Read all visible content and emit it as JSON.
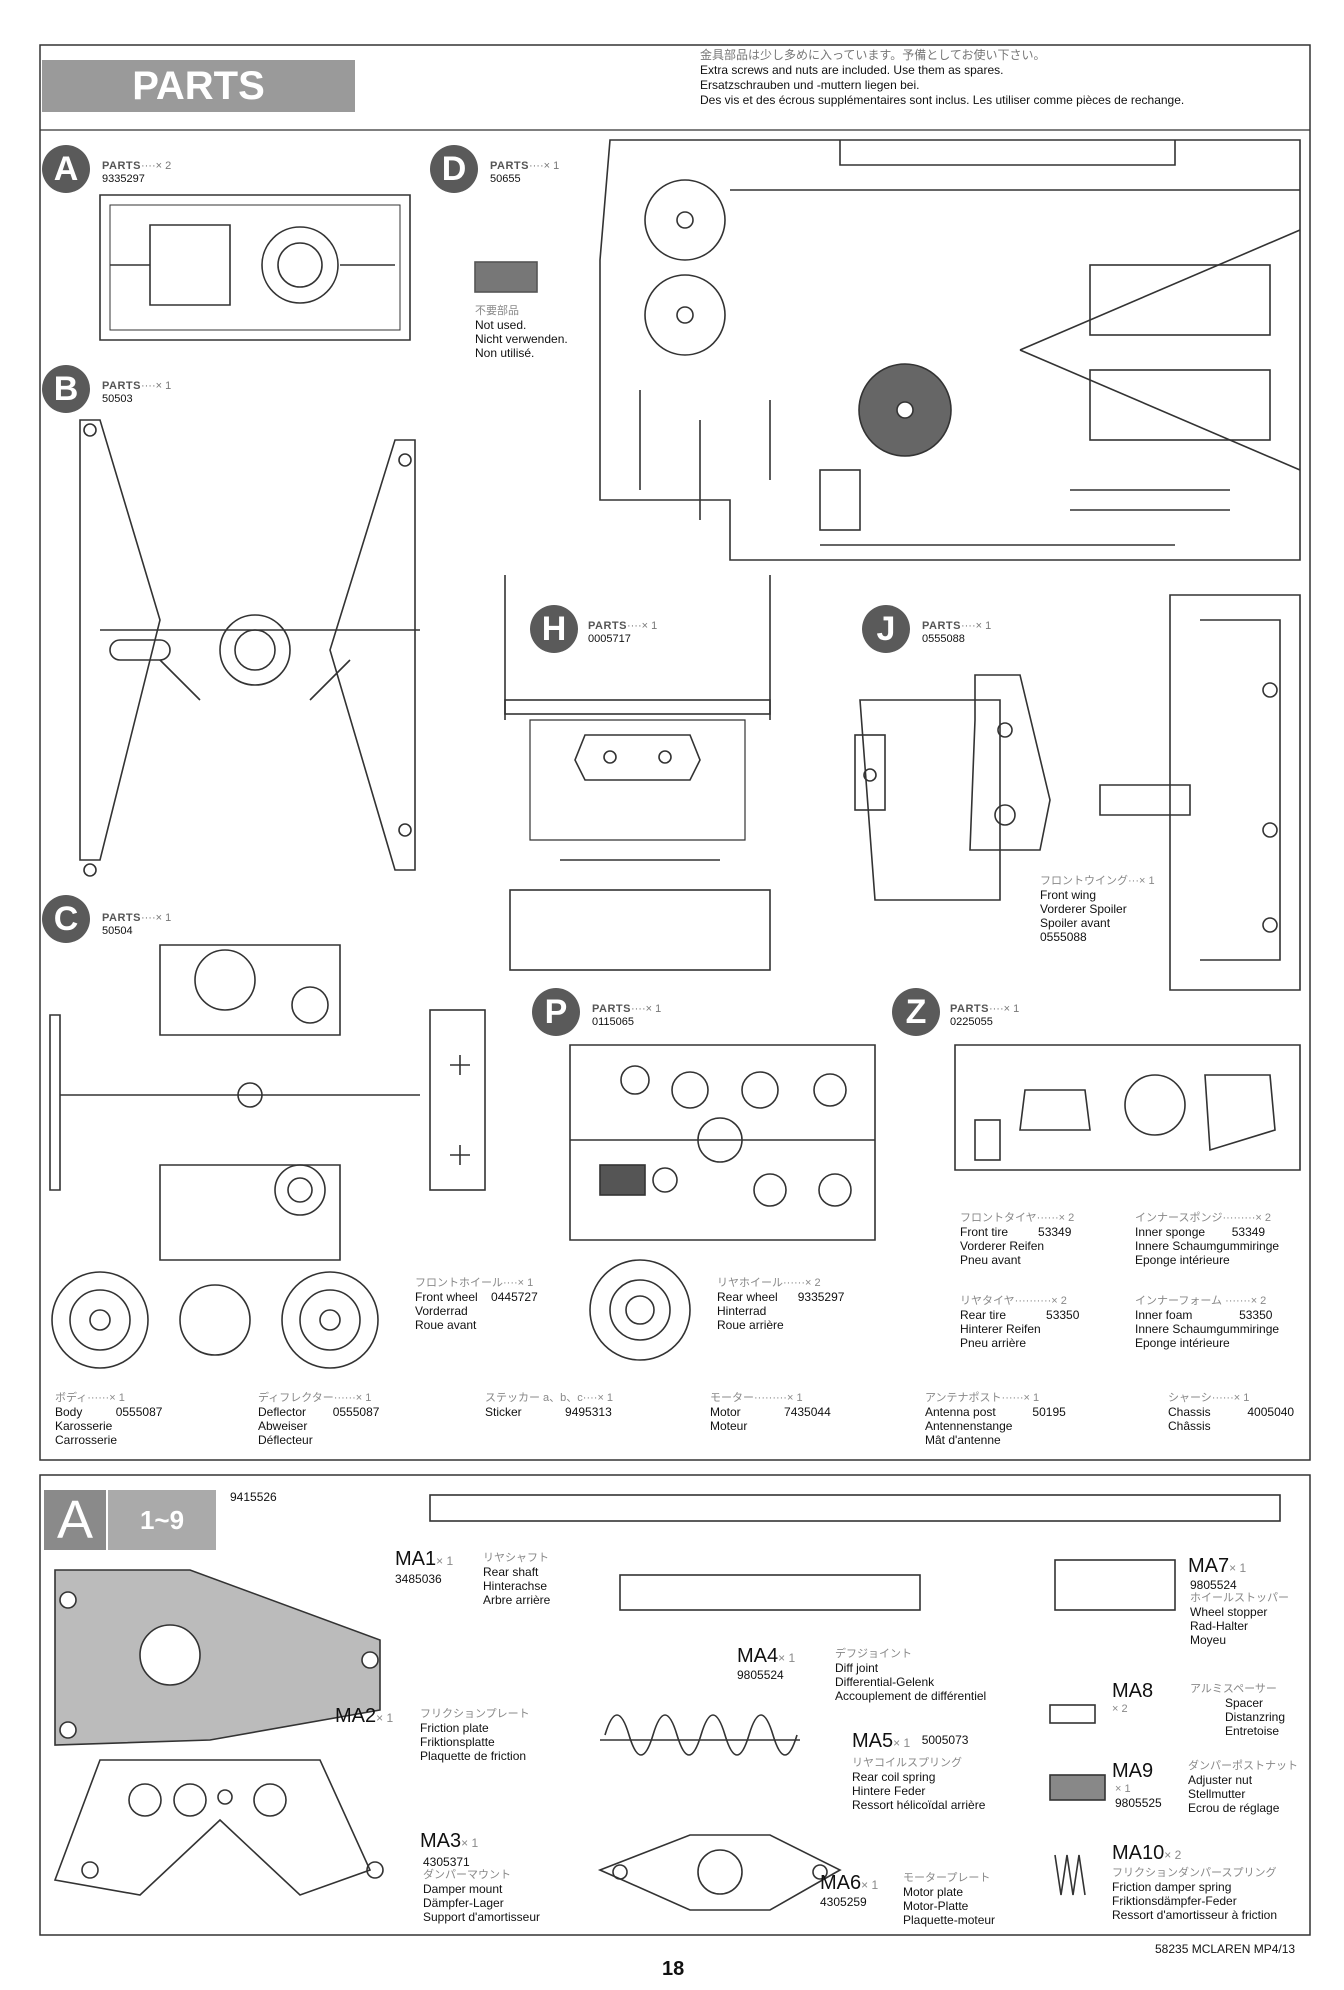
{
  "header": {
    "title": "PARTS",
    "notes": [
      "金具部品は少し多めに入っています。予備としてお使い下さい。",
      "Extra screws and nuts are included. Use them as spares.",
      "Ersatzschrauben und -muttern liegen bei.",
      "Des vis et des écrous supplémentaires sont inclus. Les utiliser comme pièces de rechange."
    ]
  },
  "trees": [
    {
      "letter": "A",
      "label": "PARTS",
      "count": "····× 2",
      "code": "9335297"
    },
    {
      "letter": "D",
      "label": "PARTS",
      "count": "····× 1",
      "code": "50655"
    },
    {
      "letter": "B",
      "label": "PARTS",
      "count": "····× 1",
      "code": "50503"
    },
    {
      "letter": "H",
      "label": "PARTS",
      "count": "····× 1",
      "code": "0005717"
    },
    {
      "letter": "J",
      "label": "PARTS",
      "count": "····× 1",
      "code": "0555088"
    },
    {
      "letter": "C",
      "label": "PARTS",
      "count": "····× 1",
      "code": "50504"
    },
    {
      "letter": "P",
      "label": "PARTS",
      "count": "····× 1",
      "code": "0115065"
    },
    {
      "letter": "Z",
      "label": "PARTS",
      "count": "····× 1",
      "code": "0225055"
    }
  ],
  "notused": [
    "不要部品",
    "Not used.",
    "Nicht verwenden.",
    "Non utilisé."
  ],
  "frontwing": {
    "jp": "フロントウイング···× 1",
    "lines": [
      "Front wing",
      "Vorderer Spoiler",
      "Spoiler avant"
    ],
    "code": "0555088"
  },
  "tires": {
    "front_tire": {
      "jp": "フロントタイヤ······× 2",
      "name": "Front tire",
      "code": "53349",
      "lines": [
        "Vorderer Reifen",
        "Pneu avant"
      ]
    },
    "inner_sponge": {
      "jp": "インナースポンジ·········× 2",
      "name": "Inner sponge",
      "code": "53349",
      "lines": [
        "Innere Schaumgummiringe",
        "Eponge intérieure"
      ]
    },
    "rear_tire": {
      "jp": "リヤタイヤ··········× 2",
      "name": "Rear tire",
      "code": "53350",
      "lines": [
        "Hinterer Reifen",
        "Pneu arrière"
      ]
    },
    "inner_foam": {
      "jp": "インナーフォーム ·······× 2",
      "name": "Inner foam",
      "code": "53350",
      "lines": [
        "Innere Schaumgummiringe",
        "Eponge intérieure"
      ]
    }
  },
  "wheels": {
    "front": {
      "jp": "フロントホイール····× 1",
      "name": "Front wheel",
      "code": "0445727",
      "lines": [
        "Vorderrad",
        "Roue avant"
      ]
    },
    "rear": {
      "jp": "リヤホイール······× 2",
      "name": "Rear wheel",
      "code": "9335297",
      "lines": [
        "Hinterrad",
        "Roue arrière"
      ]
    }
  },
  "bottom_items": [
    {
      "jp": "ボディ······× 1",
      "name": "Body",
      "code": "0555087",
      "lines": [
        "Karosserie",
        "Carrosserie"
      ]
    },
    {
      "jp": "ディフレクター······× 1",
      "name": "Deflector",
      "code": "0555087",
      "lines": [
        "Abweiser",
        "Déflecteur"
      ]
    },
    {
      "jp": "ステッカー a、b、c····× 1",
      "name": "Sticker",
      "code": "9495313",
      "lines": []
    },
    {
      "jp": "モーター·········× 1",
      "name": "Motor",
      "code": "7435044",
      "lines": [
        "Moteur"
      ]
    },
    {
      "jp": "アンテナポスト······× 1",
      "name": "Antenna post",
      "code": "50195",
      "lines": [
        "Antennenstange",
        "Mât d'antenne"
      ]
    },
    {
      "jp": "シャーシ······× 1",
      "name": "Chassis",
      "code": "4005040",
      "lines": [
        "Châssis"
      ]
    }
  ],
  "bag": {
    "letter": "A",
    "range": "1~9",
    "code": "9415526"
  },
  "ma": [
    {
      "id": "MA1",
      "qty": "× 1",
      "code": "3485036",
      "jp": "リヤシャフト",
      "lines": [
        "Rear shaft",
        "Hinterachse",
        "Arbre arrière"
      ]
    },
    {
      "id": "MA2",
      "qty": "× 1",
      "code": "",
      "jp": "フリクションプレート",
      "lines": [
        "Friction plate",
        "Friktionsplatte",
        "Plaquette de friction"
      ]
    },
    {
      "id": "MA3",
      "qty": "× 1",
      "code": "4305371",
      "jp": "ダンパーマウント",
      "lines": [
        "Damper mount",
        "Dämpfer-Lager",
        "Support d'amortisseur"
      ]
    },
    {
      "id": "MA4",
      "qty": "× 1",
      "code": "9805524",
      "jp": "デフジョイント",
      "lines": [
        "Diff joint",
        "Differential-Gelenk",
        "Accouplement de différentiel"
      ]
    },
    {
      "id": "MA5",
      "qty": "× 1",
      "code": "5005073",
      "jp": "リヤコイルスプリング",
      "lines": [
        "Rear coil spring",
        "Hintere Feder",
        "Ressort hélicoïdal arrière"
      ]
    },
    {
      "id": "MA6",
      "qty": "× 1",
      "code": "4305259",
      "jp": "モータープレート",
      "lines": [
        "Motor plate",
        "Motor-Platte",
        "Plaquette-moteur"
      ]
    },
    {
      "id": "MA7",
      "qty": "× 1",
      "code": "9805524",
      "jp": "ホイールストッパー",
      "lines": [
        "Wheel stopper",
        "Rad-Halter",
        "Moyeu"
      ]
    },
    {
      "id": "MA8",
      "qty": "× 2",
      "code": "",
      "jp": "アルミスペーサー",
      "lines": [
        "Spacer",
        "Distanzring",
        "Entretoise"
      ]
    },
    {
      "id": "MA9",
      "qty": "× 1",
      "code": "9805525",
      "jp": "ダンパーポストナット",
      "lines": [
        "Adjuster nut",
        "Stellmutter",
        "Ecrou de réglage"
      ]
    },
    {
      "id": "MA10",
      "qty": "× 2",
      "code": "",
      "jp": "フリクションダンパースプリング",
      "lines": [
        "Friction damper spring",
        "Friktionsdämpfer-Feder",
        "Ressort d'amortisseur à friction"
      ]
    }
  ],
  "footer": {
    "model": "58235 MCLAREN MP4/13",
    "page": "18"
  }
}
